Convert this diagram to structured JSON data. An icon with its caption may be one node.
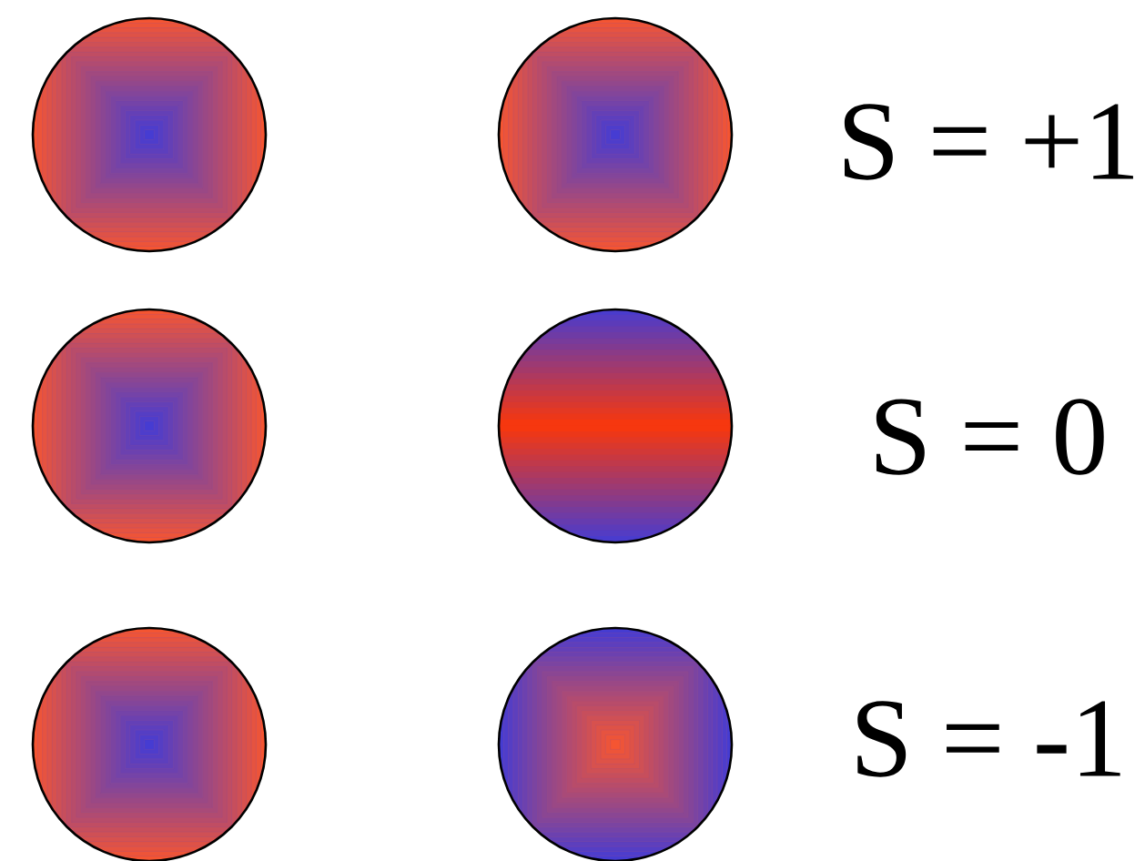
{
  "diagram": {
    "labels": [
      "S = +1",
      "S = 0",
      "S = -1"
    ]
  }
}
